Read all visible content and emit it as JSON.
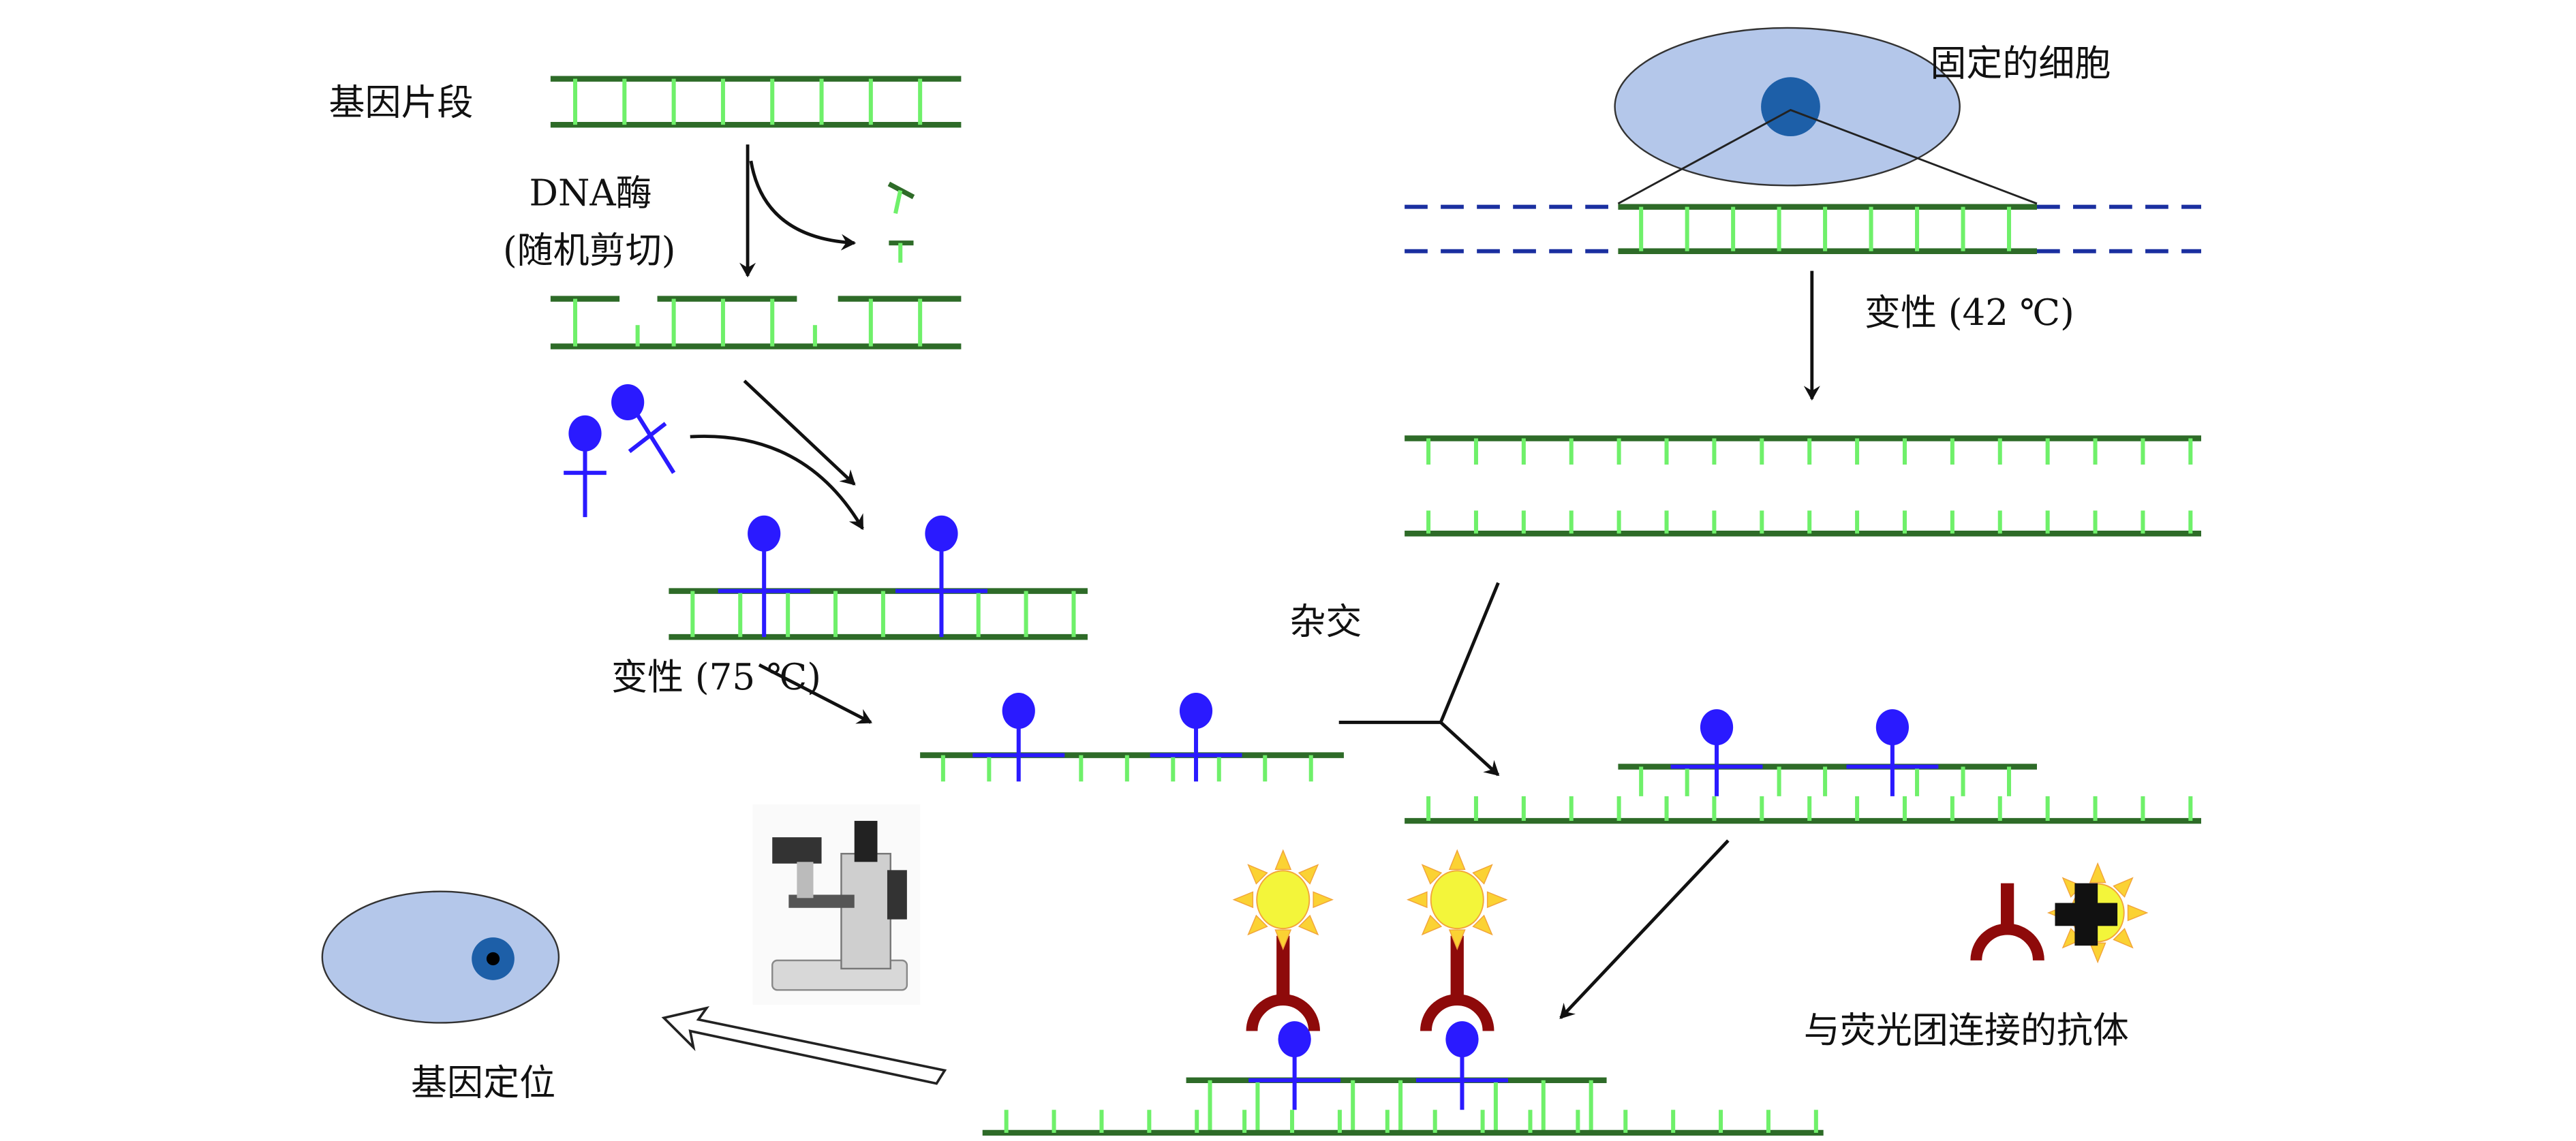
{
  "labels": {
    "gene_fragment": "基因片段",
    "dnase": "DNA酶",
    "random_cut": "(随机剪切)",
    "denature_75": "变性 (75 ℃)",
    "fixed_cell": "固定的细胞",
    "denature_42": "变性 (42 ℃)",
    "hybridize": "杂交",
    "antibody_fluorophore": "与荧光团连接的抗体",
    "gene_location": "基因定位"
  },
  "colors": {
    "backbone": "#2e6b28",
    "rung": "#6ff06a",
    "probe": "#2a1aff",
    "antibody": "#8e0a0a",
    "fluorophore": "#f3f53a",
    "fluorophore_rays": "#fbd233",
    "cell": "#b4c7ea",
    "nucleus": "#1d5fa8",
    "chromosome_dashes": "#1a2fa0"
  },
  "icons": {
    "microscope": "microscope-photo"
  }
}
